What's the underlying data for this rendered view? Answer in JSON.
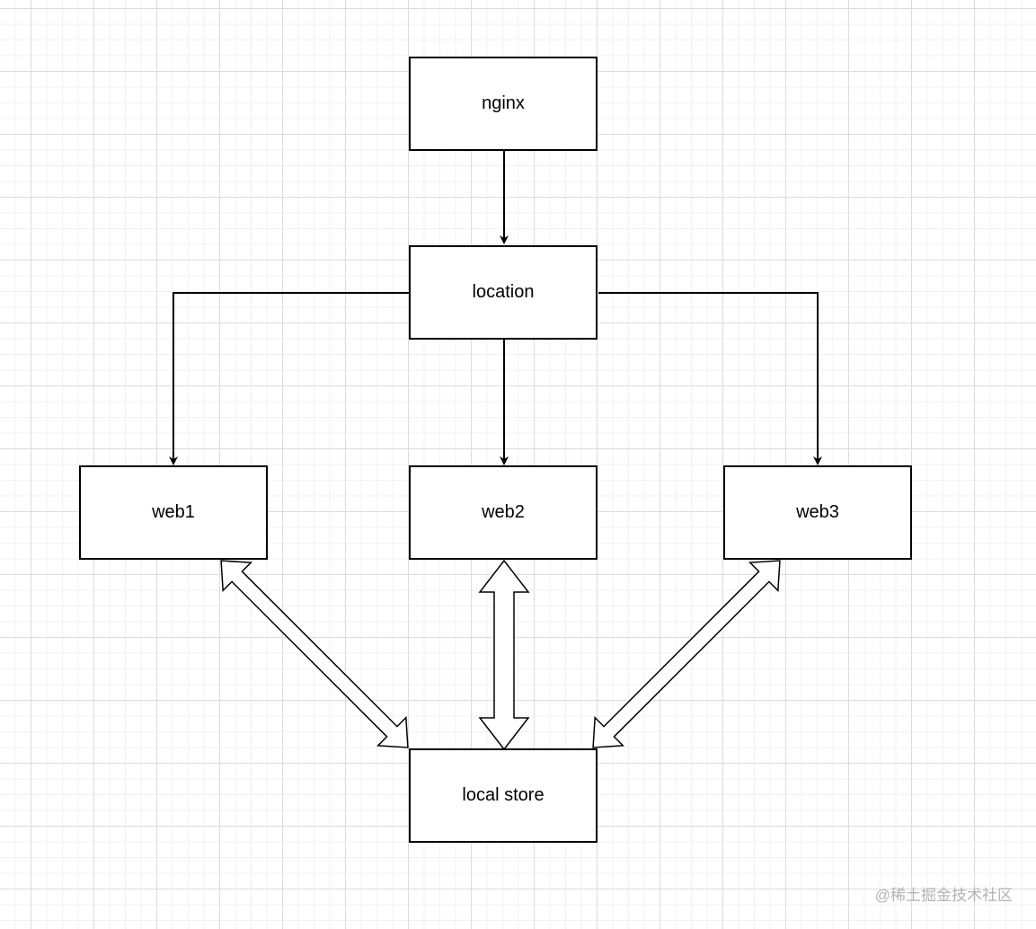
{
  "diagram": {
    "nodes": {
      "nginx": "nginx",
      "location": "location",
      "web1": "web1",
      "web2": "web2",
      "web3": "web3",
      "local_store": "local store"
    },
    "edges": [
      {
        "from": "nginx",
        "to": "location",
        "style": "arrow"
      },
      {
        "from": "location",
        "to": "web1",
        "style": "arrow"
      },
      {
        "from": "location",
        "to": "web2",
        "style": "arrow"
      },
      {
        "from": "location",
        "to": "web3",
        "style": "arrow"
      },
      {
        "from": "web1",
        "to": "local_store",
        "style": "double-hollow-arrow"
      },
      {
        "from": "web2",
        "to": "local_store",
        "style": "double-hollow-arrow"
      },
      {
        "from": "web3",
        "to": "local_store",
        "style": "double-hollow-arrow"
      }
    ]
  },
  "watermark": "@稀土掘金技术社区",
  "colors": {
    "stroke": "#000000",
    "fill": "#ffffff",
    "grid": "#dcdcdc",
    "watermark": "#b3b3b3"
  }
}
